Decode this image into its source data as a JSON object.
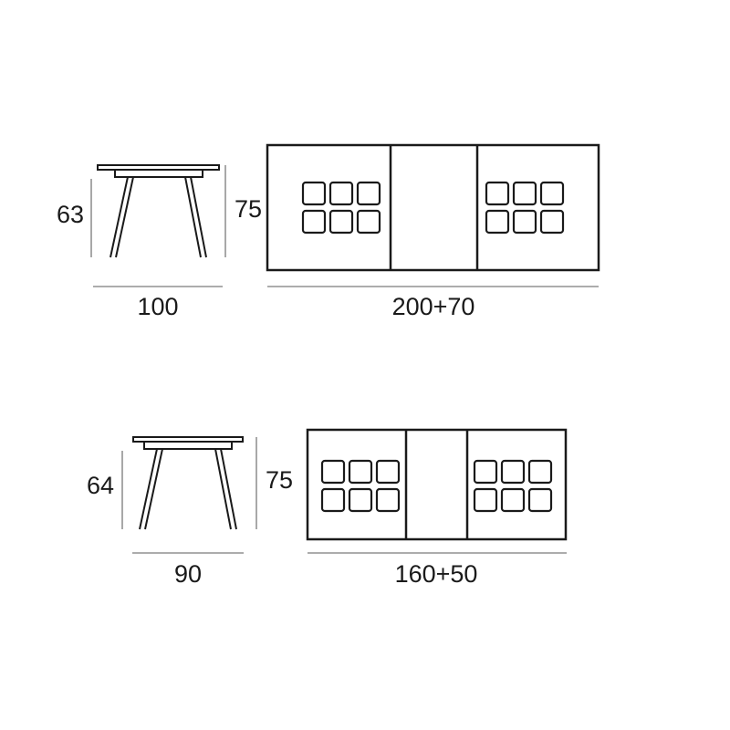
{
  "tables": [
    {
      "side_height": "63",
      "width": "100",
      "top_height": "75",
      "length": "200+70"
    },
    {
      "side_height": "64",
      "width": "90",
      "top_height": "75",
      "length": "160+50"
    }
  ],
  "colors": {
    "ink": "#1a1a1a",
    "dimension_line": "#7a7a7a"
  }
}
